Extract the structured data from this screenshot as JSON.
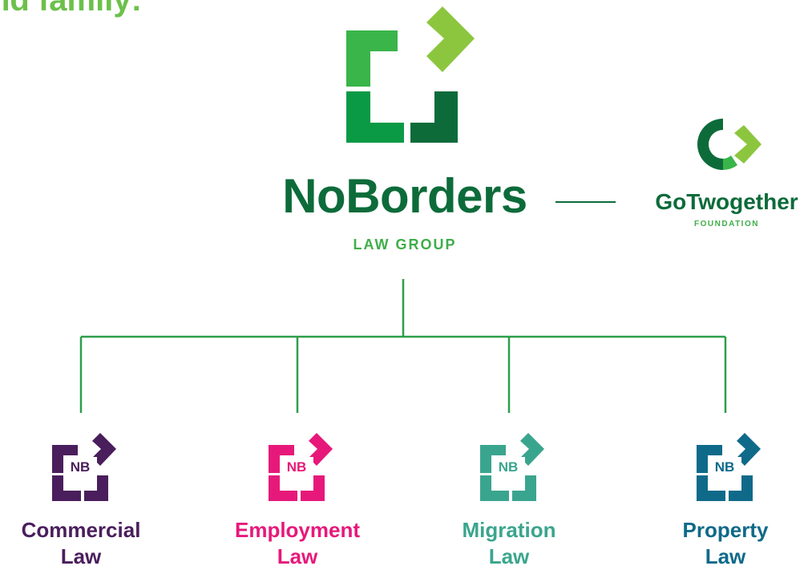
{
  "heading": "nd family:",
  "parent": {
    "name": "NoBorders",
    "subtitle": "LAW GROUP",
    "colors": {
      "dark": "#0d6b3a",
      "mid": "#2e9e4a",
      "light": "#8cc63f"
    }
  },
  "affiliate": {
    "name": "GoTwogether",
    "subtitle": "FOUNDATION"
  },
  "divisions": [
    {
      "line1": "Commercial",
      "line2": "Law",
      "monogram": "NB",
      "color": "#4a1e5c"
    },
    {
      "line1": "Employment",
      "line2": "Law",
      "monogram": "NB",
      "color": "#e6197a"
    },
    {
      "line1": "Migration",
      "line2": "Law",
      "monogram": "NB",
      "color": "#3aa58e"
    },
    {
      "line1": "Property",
      "line2": "Law",
      "monogram": "NB",
      "color": "#0f6a8a"
    }
  ]
}
